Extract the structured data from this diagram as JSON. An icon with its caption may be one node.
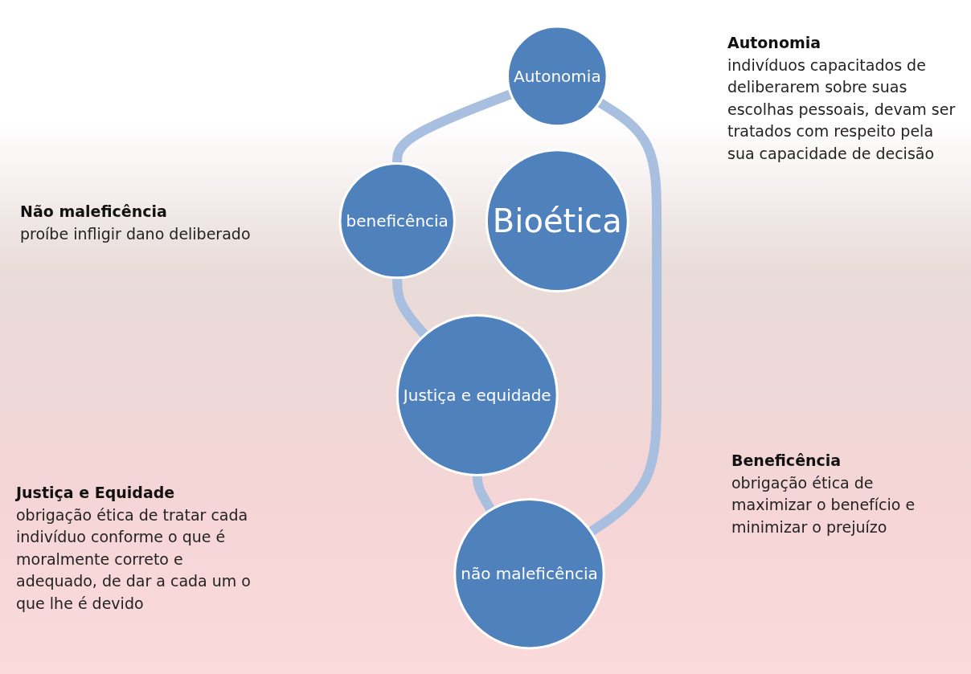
{
  "diagram": {
    "nodes": [
      {
        "text": [
          "Autonomia"
        ],
        "beside": [
          "Autonomia",
          "indivíduos capacitados de deliberarem sobre suas escolhas pessoais, devam ser tratados com respeito pela sua capacidade de decisão"
        ]
      },
      {
        "text": [
          "não maleficência"
        ],
        "beside": [
          "Não maleficência",
          "proíbe infligir dano deliberado"
        ]
      },
      {
        "text": [
          "Bioética"
        ]
      },
      {
        "text": [
          "beneficência"
        ],
        "beside": [
          "Beneficência",
          "obrigação ética de maximizar o benefício e minimizar o prejuízo"
        ]
      },
      {
        "text": [
          "Justiça e equidade"
        ],
        "beside": [
          "Justiça e Equidade",
          "obrigação ética de tratar cada indivíduo conforme o que é moralmente correto e adequado, de dar a cada um o que lhe é devido"
        ]
      }
    ],
    "edges": [
      {
        "from": 0,
        "to": 3,
        "arrow": "none"
      },
      {
        "from": 3,
        "to": 4,
        "arrow": "none"
      },
      {
        "from": 4,
        "to": 1,
        "arrow": "none"
      },
      {
        "from": 1,
        "to": 0,
        "arrow": "none"
      }
    ]
  }
}
